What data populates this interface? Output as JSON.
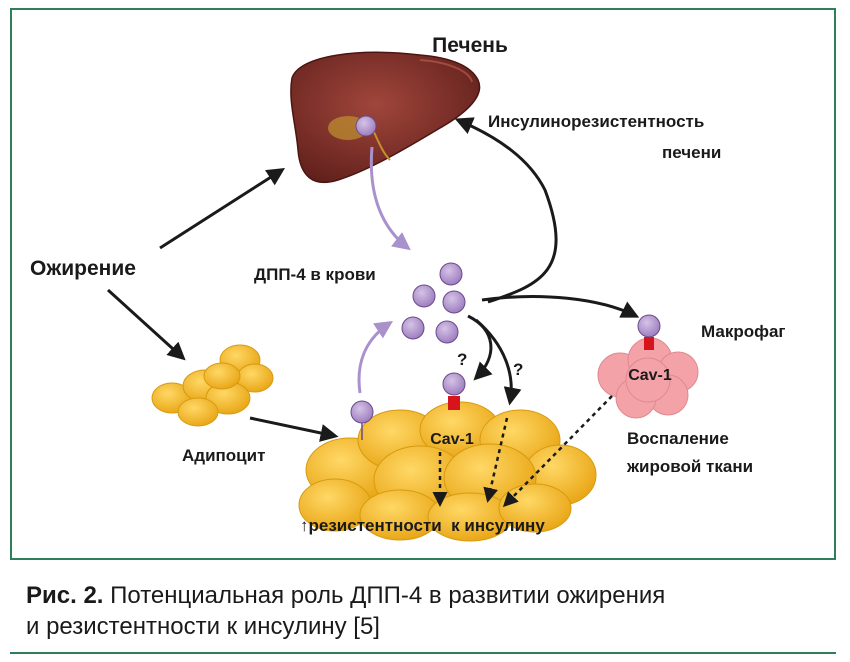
{
  "labels": {
    "liver": "Печень",
    "liver_ir_1": "Инсулинорезистентность",
    "liver_ir_2": "печени",
    "obesity": "Ожирение",
    "dpp4_blood": "ДПП-4 в крови",
    "macrophage": "Макрофаг",
    "adipocyte": "Адипоцит",
    "cav1_adipose": "Cav-1",
    "cav1_macrophage": "Cav-1",
    "question_1": "?",
    "question_2": "?",
    "inflammation_1": "Воспаление",
    "inflammation_2": "жировой ткани",
    "resistance": "↑резистентности  к инсулину"
  },
  "caption": {
    "fig_label": "Рис. 2.",
    "line1_text": " Потенциальная роль ДПП-4 в развитии ожирения",
    "line2_text": "и резистентности к инсулину [5]"
  },
  "colors": {
    "frame": "#2f7f5a",
    "liver": "#7a2a24",
    "fat": "#f2b321",
    "dpp4": "#b79ad0",
    "macrophage": "#f3a2a8",
    "receptor": "#d7141b",
    "arrow": "#1a1a1a",
    "arrow_light": "#a991cc"
  }
}
